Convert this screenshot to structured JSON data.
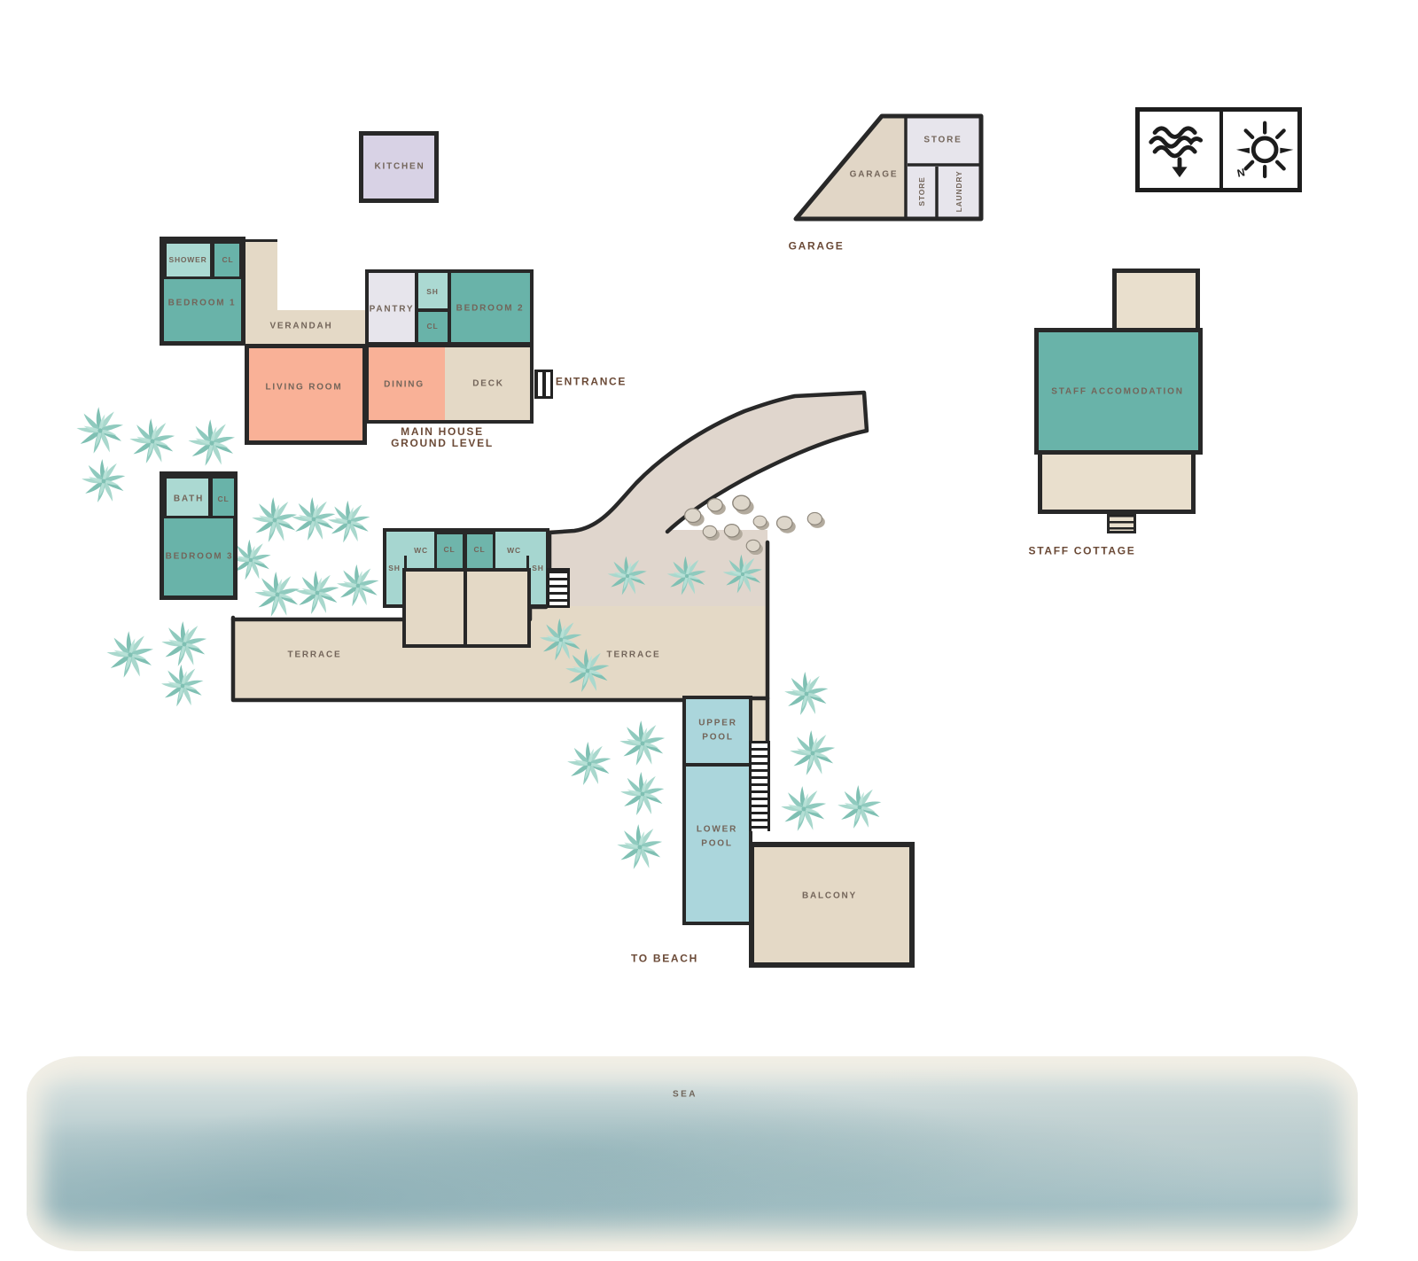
{
  "title": "Beach house floor plan",
  "rooms": {
    "kitchen": "KITCHEN",
    "shower": "SHOWER",
    "bedroom1_closet": "CL",
    "bedroom1": "BEDROOM 1",
    "verandah": "VERANDAH",
    "pantry": "PANTRY",
    "bedroom2_shower": "SH",
    "bedroom2_closet": "CL",
    "bedroom2": "BEDROOM 2",
    "living_room": "LIVING ROOM",
    "dining": "DINING",
    "deck": "DECK",
    "bath": "BATH",
    "bedroom3_closet": "CL",
    "bedroom3": "BEDROOM 3",
    "wc_left": "WC",
    "closet_left": "CL",
    "closet_right": "CL",
    "wc_right": "WC",
    "shower_left": "SH",
    "shower_right": "SH",
    "terrace_left": "TERRACE",
    "terrace_right": "TERRACE",
    "upper_pool": "UPPER POOL",
    "lower_pool": "LOWER POOL",
    "balcony": "BALCONY",
    "garage": "GARAGE",
    "store_main": "STORE",
    "store_small": "STORE",
    "laundry": "LAUNDRY",
    "staff_accommodation": "STAFF ACCOMODATION"
  },
  "captions": {
    "entrance": "ENTRANCE",
    "main_house_line1": "MAIN HOUSE",
    "main_house_line2": "GROUND LEVEL",
    "garage": "GARAGE",
    "staff_cottage": "STAFF COTTAGE",
    "to_beach": "TO BEACH",
    "sea": "SEA"
  },
  "legend": {
    "north_label": "N"
  },
  "colors": {
    "outline": "#282828",
    "teal": "#69b3a9",
    "light_teal": "#abd9d2",
    "tan": "#e4d9c6",
    "driveway": "#e0d6cd",
    "salmon": "#f9b197",
    "lavender": "#d8d2e5",
    "light_gray": "#e7e5ec",
    "pool_blue": "#abd6dc",
    "label_text": "#73655a",
    "caption_text": "#6b4a37"
  }
}
